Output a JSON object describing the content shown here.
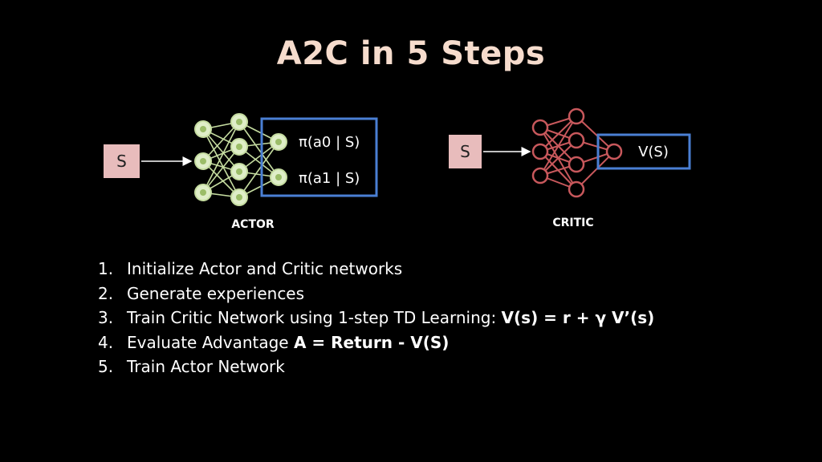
{
  "title": "A2C in 5 Steps",
  "actor": {
    "input_label": "S",
    "outputs": [
      "π(a0 | S)",
      "π(a1 | S)"
    ],
    "caption": "ACTOR"
  },
  "critic": {
    "input_label": "S",
    "output": "V(S)",
    "caption": "CRITIC"
  },
  "steps": [
    {
      "num": "1.",
      "text": "Initialize Actor and Critic networks",
      "formula": ""
    },
    {
      "num": "2.",
      "text": "Generate experiences",
      "formula": ""
    },
    {
      "num": "3.",
      "text": "Train Critic Network using 1-step TD Learning: ",
      "formula": "V(s) = r + γ V’(s)"
    },
    {
      "num": "4.",
      "text": "Evaluate Advantage ",
      "formula": "A = Return - V(S)"
    },
    {
      "num": "5.",
      "text": "Train Actor Network",
      "formula": ""
    }
  ],
  "colors": {
    "title": "#f6dccd",
    "state_box": "#e8bcbc",
    "actor_node": "#c5dca0",
    "critic_node": "#c8585c",
    "output_box": "#4a7fd4"
  }
}
